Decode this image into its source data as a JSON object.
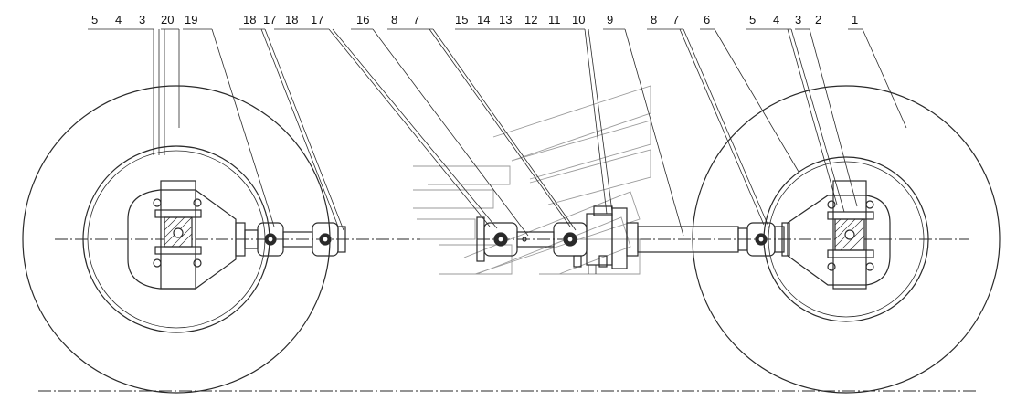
{
  "diagram": {
    "callouts": {
      "left": [
        "5",
        "4",
        "3",
        "20",
        "19",
        "18",
        "17"
      ],
      "middle": [
        "18",
        "17",
        "16",
        "8",
        "7",
        "15",
        "14",
        "13",
        "12",
        "11",
        "10",
        "9"
      ],
      "right": [
        "8",
        "7",
        "6",
        "5",
        "4",
        "3",
        "2",
        "1"
      ]
    }
  },
  "colors": {
    "line": "#2a2a2a",
    "faint": "#9a9a9a",
    "background": "#ffffff"
  }
}
